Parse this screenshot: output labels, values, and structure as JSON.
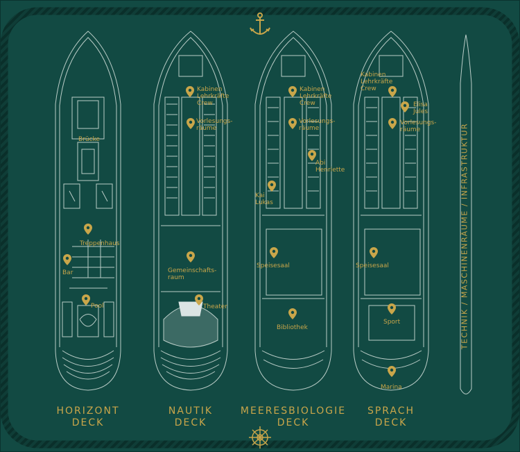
{
  "colors": {
    "background": "#124a43",
    "line": "#d8e4df",
    "gold": "#c9a64a",
    "rope": "#0c3631"
  },
  "decks": [
    {
      "title_line1": "HORIZONT",
      "title_line2": "DECK",
      "labels": {
        "bruecke": "Brücke",
        "treppenhaus": "Treppenhaus",
        "bar": "Bar",
        "pool": "Pool"
      }
    },
    {
      "title_line1": "NAUTIK",
      "title_line2": "DECK",
      "labels": {
        "kabinen": "Kabinen\nLehrkräfte\nCrew",
        "vorlesung": "Vorlesungs-\nräume",
        "gemeinschaft": "Gemeinschafts-\nraum",
        "theater": "Theater"
      }
    },
    {
      "title_line1": "MEERESBIOLOGIE",
      "title_line2": "DECK",
      "labels": {
        "kabinen": "Kabinen\nLehrkräfte\nCrew",
        "vorlesung": "Vorlesungs-\nräume",
        "abi": "Abi\nHenriette",
        "kai": "Kai\nLukas",
        "speisesaal": "Speisesaal",
        "bibliothek": "Bibliothek"
      }
    },
    {
      "title_line1": "SPRACH",
      "title_line2": "DECK",
      "labels": {
        "kabinen": "Kabinen\nLehrkräfte\nCrew",
        "elisa": "Elisa\nJules",
        "vorlesung": "Vorlesungs-\nräume",
        "speisesaal": "Speisesaal",
        "sport": "Sport",
        "marina": "Marina"
      }
    }
  ],
  "side_title": "TECHNIK / MASCHINENRÄUME / INFRASTRUKTUR",
  "icons": {
    "top": "anchor-icon",
    "bottom": "ship-wheel-icon",
    "pin": "map-pin-icon"
  }
}
